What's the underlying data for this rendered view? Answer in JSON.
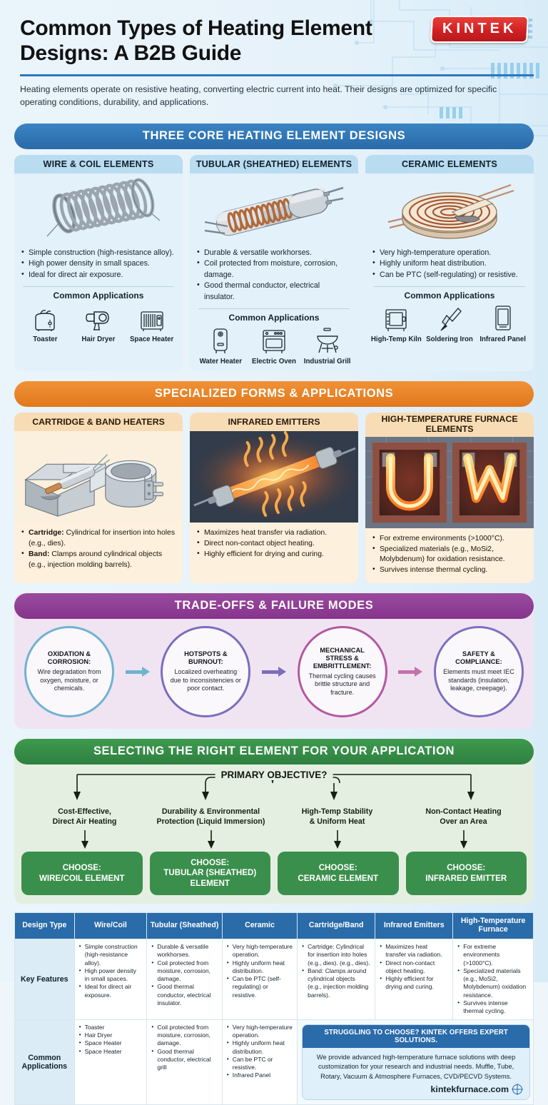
{
  "header": {
    "title": "Common Types of Heating Element Designs: A B2B Guide",
    "subtitle": "Heating elements operate on resistive heating, converting electric current into heat. Their designs are optimized for specific operating conditions, durability, and applications.",
    "logo": "KINTEK"
  },
  "section_core": {
    "banner": "THREE CORE HEATING ELEMENT DESIGNS",
    "apps_title": "Common Applications",
    "cards": [
      {
        "title": "WIRE & COIL ELEMENTS",
        "art": "coil-illustration",
        "bullets": [
          "Simple construction (high-resistance alloy).",
          "High power density in small spaces.",
          "Ideal for direct air exposure."
        ],
        "apps": [
          {
            "label": "Toaster",
            "icon": "toaster-icon"
          },
          {
            "label": "Hair Dryer",
            "icon": "hair-dryer-icon"
          },
          {
            "label": "Space Heater",
            "icon": "space-heater-icon"
          }
        ]
      },
      {
        "title": "TUBULAR (SHEATHED) ELEMENTS",
        "art": "tubular-illustration",
        "bullets": [
          "Durable & versatile workhorses.",
          "Coil protected from moisture, corrosion, damage.",
          "Good thermal conductor, electrical insulator."
        ],
        "apps": [
          {
            "label": "Water Heater",
            "icon": "water-heater-icon"
          },
          {
            "label": "Electric Oven",
            "icon": "oven-icon"
          },
          {
            "label": "Industrial Grill",
            "icon": "grill-icon"
          }
        ]
      },
      {
        "title": "CERAMIC ELEMENTS",
        "art": "ceramic-illustration",
        "bullets": [
          "Very high-temperature operation.",
          "Highly uniform heat distribution.",
          "Can be PTC (self-regulating) or resistive."
        ],
        "apps": [
          {
            "label": "High-Temp Kiln",
            "icon": "kiln-icon"
          },
          {
            "label": "Soldering Iron",
            "icon": "soldering-iron-icon"
          },
          {
            "label": "Infrared Panel",
            "icon": "infrared-panel-icon"
          }
        ]
      }
    ]
  },
  "section_specialized": {
    "banner": "SPECIALIZED FORMS & APPLICATIONS",
    "cards": [
      {
        "title": "CARTRIDGE & BAND HEATERS",
        "art": "cartridge-band-illustration",
        "bullets": [
          {
            "lead": "Cartridge:",
            "text": " Cylindrical for insertion into holes (e.g., dies)."
          },
          {
            "lead": "Band:",
            "text": " Clamps around cylindrical objects (e.g., injection molding barrels)."
          }
        ]
      },
      {
        "title": "INFRARED EMITTERS",
        "art": "infrared-emitter-illustration",
        "bullets": [
          {
            "lead": "",
            "text": "Maximizes heat transfer via radiation."
          },
          {
            "lead": "",
            "text": "Direct non-contact object heating."
          },
          {
            "lead": "",
            "text": "Highly efficient for drying and curing."
          }
        ]
      },
      {
        "title": "HIGH-TEMPERATURE FURNACE ELEMENTS",
        "art": "furnace-elements-illustration",
        "bullets": [
          {
            "lead": "",
            "text": "For extreme environments (>1000°C)."
          },
          {
            "lead": "",
            "text": "Specialized materials (e.g., MoSi2, Molybdenum) for oxidation resistance."
          },
          {
            "lead": "",
            "text": "Survives intense thermal cycling."
          }
        ]
      }
    ]
  },
  "section_tradeoffs": {
    "banner": "TRADE-OFFS & FAILURE MODES",
    "nodes": [
      {
        "title": "OXIDATION & CORROSION:",
        "body": "Wire degradation from oxygen, moisture, or chemicals."
      },
      {
        "title": "HOTSPOTS & BURNOUT:",
        "body": "Localized overheating due to inconsistencies or poor contact."
      },
      {
        "title": "MECHANICAL STRESS & EMBRITTLEMENT:",
        "body": "Thermal cycling causes brittle structure and fracture."
      },
      {
        "title": "SAFETY & COMPLIANCE:",
        "body": "Elements must meet IEC standards (insulation, leakage, creepage)."
      }
    ]
  },
  "section_selection": {
    "banner": "SELECTING THE RIGHT ELEMENT FOR YOUR APPLICATION",
    "root": "PRIMARY OBJECTIVE?",
    "branches": [
      {
        "objective": "Cost-Effective,\nDirect Air Heating",
        "choice": "CHOOSE:\nWIRE/COIL ELEMENT"
      },
      {
        "objective": "Durability & Environmental\nProtection (Liquid Immersion)",
        "choice": "CHOOSE:\nTUBULAR (SHEATHED)\nELEMENT"
      },
      {
        "objective": "High-Temp Stability\n& Uniform Heat",
        "choice": "CHOOSE:\nCERAMIC ELEMENT"
      },
      {
        "objective": "Non-Contact Heating\nOver an Area",
        "choice": "CHOOSE:\nINFRARED EMITTER"
      }
    ]
  },
  "table": {
    "headers": [
      "Design Type",
      "Wire/Coil",
      "Tubular (Sheathed)",
      "Ceramic",
      "Cartridge/Band",
      "Infrared Emitters",
      "High-Temperature Furnace"
    ],
    "rows": [
      {
        "label": "Key Features",
        "cells": [
          [
            "Simple construction (high-resistance alloy).",
            "High power density in small spaces.",
            "Ideal for direct air exposure."
          ],
          [
            "Durable & versatile workhorses.",
            "Coil protected from moisture, corrosion, damage.",
            "Good thermal conductor, electrical insulator."
          ],
          [
            "Very high-temperature operation.",
            "Highly uniform heat distribution.",
            "Can be PTC (self-regulating) or resistive."
          ],
          [
            "Cartridge: Cylindrical for insertion into holes (e.g., dies). (e.g., dies).",
            "Band: Clamps around cylindrical objects (e.g., injection molding barrels)."
          ],
          [
            "Maximizes heat transfer via radiation.",
            "Direct non-contact object heating.",
            "Highly efficient for drying and curing."
          ],
          [
            "For extreme environments (>1000°C).",
            "Specialized materials (e.g., MoSi2, Molybdenum) oxidation resistance.",
            "Survives intense thermal cycling."
          ]
        ]
      },
      {
        "label": "Common Applications",
        "cells": [
          [
            "Toaster",
            "Hair Dryer",
            "Space Heater",
            "Space Heater"
          ],
          [
            "Coil protected from moisture, corrosion, damage.",
            "Good thermal conductor, electrical grill"
          ],
          [
            "Very high-temperature operation.",
            "Highly uniform heat distribution.",
            "Can be PTC or resistive.",
            "Infrared Panel"
          ]
        ]
      }
    ]
  },
  "cta": {
    "heading": "STRUGGLING TO CHOOSE? KINTEK OFFERS EXPERT SOLUTIONS.",
    "body": "We provide advanced high-temperature furnace solutions with deep customization for your research and industrial needs. Muffle, Tube, Rotary, Vacuum & Atmosphere Furnaces, CVD/PECVD Systems.",
    "url": "kintekfurnace.com"
  },
  "colors": {
    "blue": "#2a6ba9",
    "orange": "#e2771d",
    "purple": "#86348c",
    "green": "#2f8040",
    "brand_red": "#cf1f22"
  }
}
